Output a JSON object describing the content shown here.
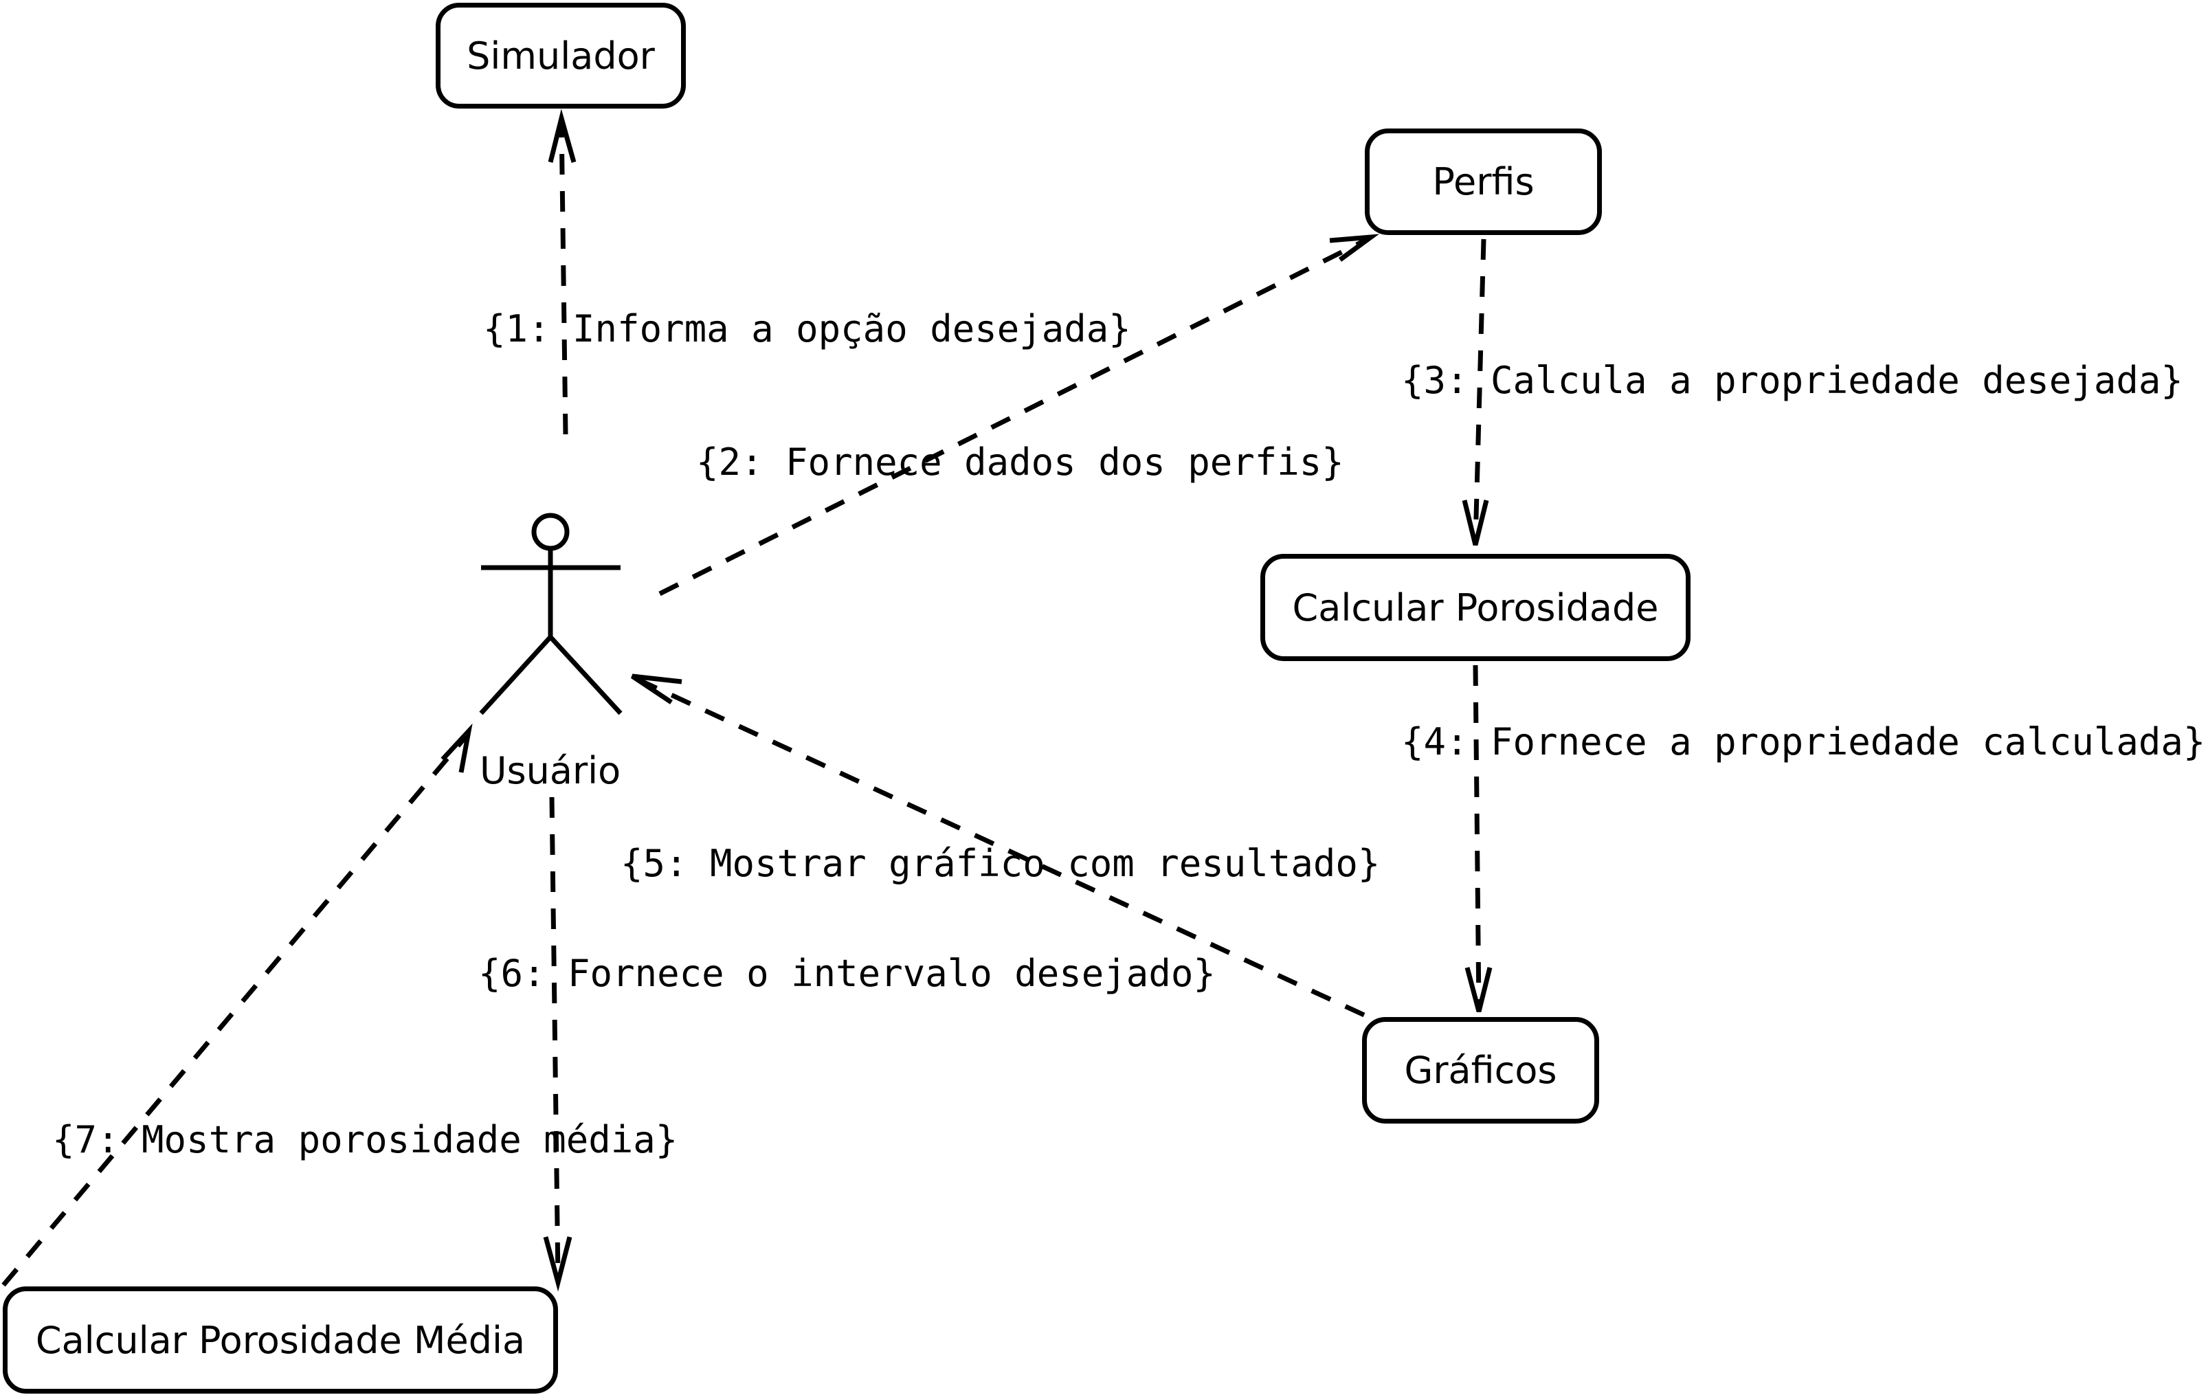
{
  "actor": {
    "label": "Usuário"
  },
  "nodes": {
    "simulador": "Simulador",
    "perfis": "Perfis",
    "calcular_porosidade": "Calcular Porosidade",
    "graficos": "Gráficos",
    "calcular_porosidade_media": "Calcular Porosidade Média"
  },
  "messages": [
    "{1: Informa a opção desejada}",
    "{2: Fornece dados dos perfis}",
    "{3: Calcula a propriedade desejada}",
    "{4: Fornece a propriedade calculada}",
    "{5: Mostrar gráfico com resultado}",
    "{6: Fornece o intervalo desejado}",
    "{7: Mostra porosidade média}"
  ]
}
